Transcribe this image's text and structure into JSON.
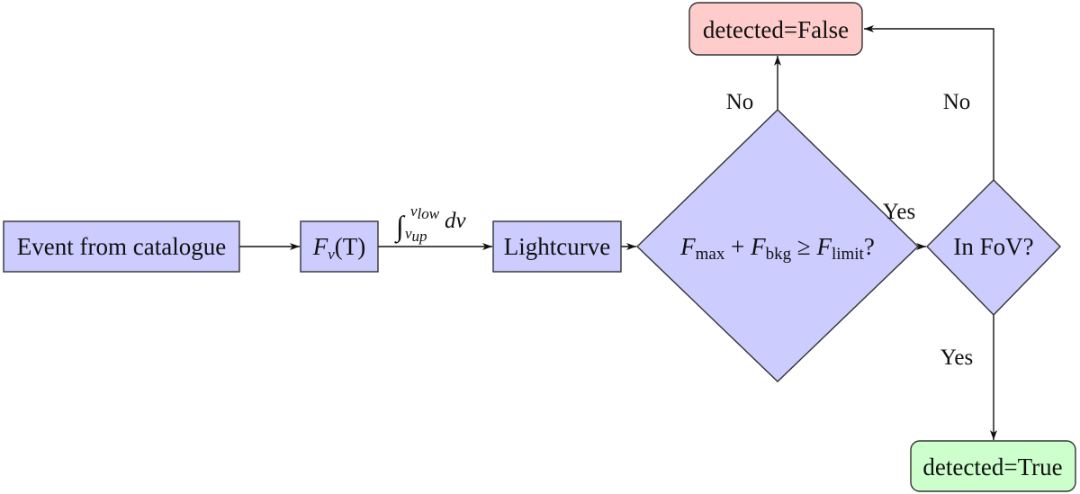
{
  "diagram": {
    "type": "flowchart",
    "colors": {
      "process_fill": "#ccccff",
      "false_fill": "#ffcccc",
      "true_fill": "#ccffcc",
      "stroke": "#333333"
    },
    "nodes": {
      "event": {
        "label": "Event from catalogue",
        "shape": "rectangle"
      },
      "flux": {
        "label_main": "F",
        "label_sub": "ν",
        "label_rest": "(T)",
        "shape": "rectangle"
      },
      "lightcurve": {
        "label": "Lightcurve",
        "shape": "rectangle"
      },
      "threshold": {
        "shape": "diamond",
        "terms": [
          {
            "symbol": "F",
            "sub": "max"
          },
          {
            "op": "+"
          },
          {
            "symbol": "F",
            "sub": "bkg"
          },
          {
            "op": "≥"
          },
          {
            "symbol": "F",
            "sub": "limit"
          }
        ],
        "suffix": "?"
      },
      "fov": {
        "label": "In FoV?",
        "shape": "diamond"
      },
      "detected_false": {
        "label": "detected=False",
        "shape": "rounded-rectangle"
      },
      "detected_true": {
        "label": "detected=True",
        "shape": "rounded-rectangle"
      }
    },
    "edges": [
      {
        "from": "event",
        "to": "flux",
        "label": ""
      },
      {
        "from": "flux",
        "to": "lightcurve",
        "label": "integral",
        "integral": {
          "sign": "∫",
          "upper": "ν",
          "upper_sub": "low",
          "lower": "ν",
          "lower_sub": "up",
          "differential": "dν"
        }
      },
      {
        "from": "lightcurve",
        "to": "threshold",
        "label": ""
      },
      {
        "from": "threshold",
        "to": "detected_false",
        "label": "No"
      },
      {
        "from": "threshold",
        "to": "fov",
        "label": "Yes"
      },
      {
        "from": "fov",
        "to": "detected_false",
        "label": "No"
      },
      {
        "from": "fov",
        "to": "detected_true",
        "label": "Yes"
      }
    ]
  }
}
